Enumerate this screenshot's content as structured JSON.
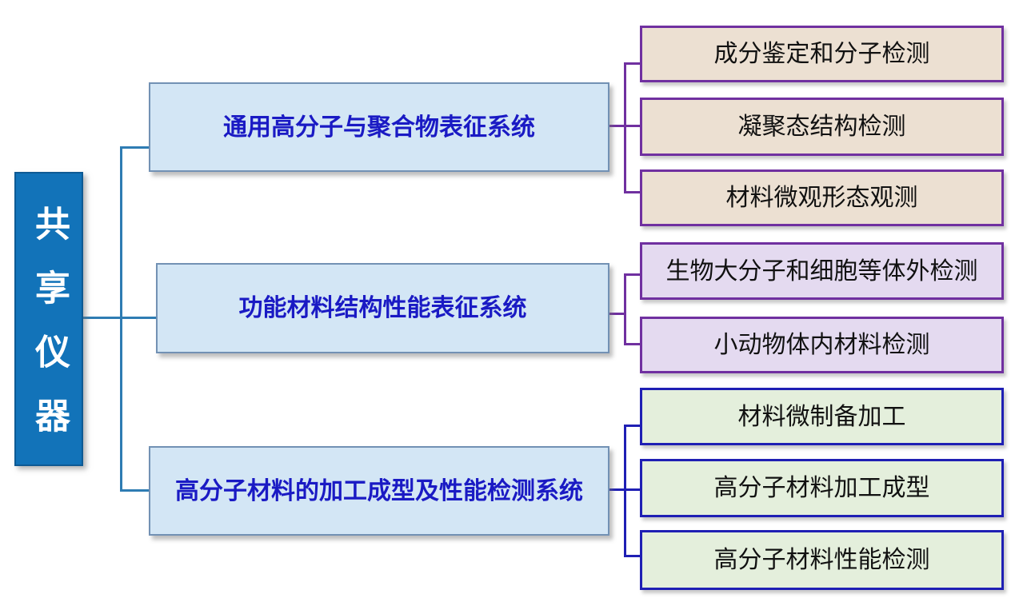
{
  "root": {
    "label": "共享仪器"
  },
  "groups": [
    {
      "label": "通用高分子与聚合物表征系统",
      "children": [
        {
          "label": "成分鉴定和分子检测"
        },
        {
          "label": "凝聚态结构检测"
        },
        {
          "label": "材料微观形态观测"
        }
      ]
    },
    {
      "label": "功能材料结构性能表征系统",
      "children": [
        {
          "label": "生物大分子和细胞等体外检测"
        },
        {
          "label": "小动物体内材料检测"
        }
      ]
    },
    {
      "label": "高分子材料的加工成型及性能检测系统",
      "children": [
        {
          "label": "材料微制备加工"
        },
        {
          "label": "高分子材料加工成型"
        },
        {
          "label": "高分子材料性能检测"
        }
      ]
    }
  ],
  "colors": {
    "root_fill": "#1273B9",
    "root_border": "#0E5A94",
    "root_text": "#FFFFFF",
    "branch_fill": "#D3E6F5",
    "branch_border": "#7291B4",
    "branch_text": "#1A1AC4",
    "child_text": "#111111",
    "connector_left": "#2E7CB3",
    "tan_fill": "#ECE0D2",
    "purple": "#7030A0",
    "lavender_fill": "#E4DAF0",
    "green_fill": "#E4EFDC",
    "dark_blue": "#1F1FB4"
  }
}
